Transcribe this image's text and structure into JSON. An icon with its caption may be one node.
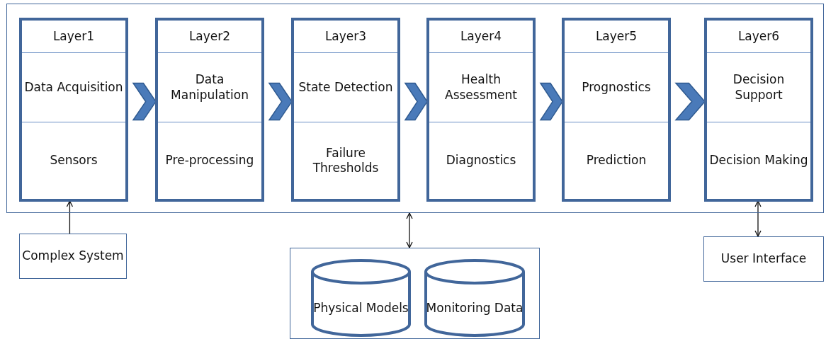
{
  "diagram": {
    "nodes": [
      {
        "text": [],
        "shape": "box"
      },
      {
        "text": [
          "Layer1",
          "Data Acquisition",
          "Sensors"
        ],
        "in": 0
      },
      {
        "text": [
          "Layer2",
          "Data Manipulation",
          "Pre-processing"
        ],
        "in": 0
      },
      {
        "text": [
          "Layer3",
          "State Detection",
          "Failure Thresholds"
        ],
        "in": 0
      },
      {
        "text": [
          "Layer4",
          "Health Assessment",
          "Diagnostics"
        ],
        "in": 0
      },
      {
        "text": [
          "Layer5",
          "Prognostics",
          "Prediction"
        ],
        "in": 0
      },
      {
        "text": [
          "Layer6",
          "Decision Support",
          "Decision Making"
        ],
        "in": 0
      },
      {
        "text": [
          "Complex System"
        ]
      },
      {
        "text": [],
        "shape": "box"
      },
      {
        "text": [
          "Physical Models"
        ],
        "in": 8
      },
      {
        "text": [
          "Monitoring Data"
        ],
        "in": 8
      },
      {
        "text": [
          "User Interface"
        ]
      }
    ],
    "edges": [
      {
        "from": 1,
        "to": 2,
        "arrow": "to",
        "style": "thick"
      },
      {
        "from": 2,
        "to": 3,
        "arrow": "to",
        "style": "thick"
      },
      {
        "from": 3,
        "to": 4,
        "arrow": "to",
        "style": "thick"
      },
      {
        "from": 4,
        "to": 5,
        "arrow": "to",
        "style": "thick"
      },
      {
        "from": 5,
        "to": 6,
        "arrow": "to",
        "style": "thick"
      },
      {
        "from": 7,
        "to": 1,
        "arrow": "to"
      },
      {
        "from": 0,
        "to": 8,
        "arrow": "both"
      },
      {
        "from": 6,
        "to": 11,
        "arrow": "both"
      }
    ]
  }
}
